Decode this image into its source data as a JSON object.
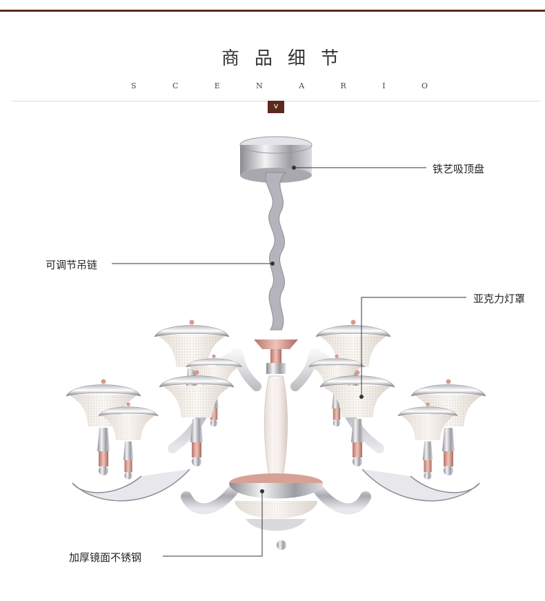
{
  "header": {
    "title": "商品细节",
    "subtitle_letters": [
      "S",
      "C",
      "E",
      "N",
      "A",
      "R",
      "I",
      "O"
    ],
    "badge": "v"
  },
  "callouts": {
    "canopy": "铁艺吸顶盘",
    "chain": "可调节吊链",
    "shade": "亚克力灯罩",
    "body": "加厚镜面不锈钢"
  },
  "colors": {
    "brand": "#5a2a1f",
    "chrome": "#c8c8cc",
    "rose_gold": "#d4958a",
    "glass": "#f1ece6"
  }
}
